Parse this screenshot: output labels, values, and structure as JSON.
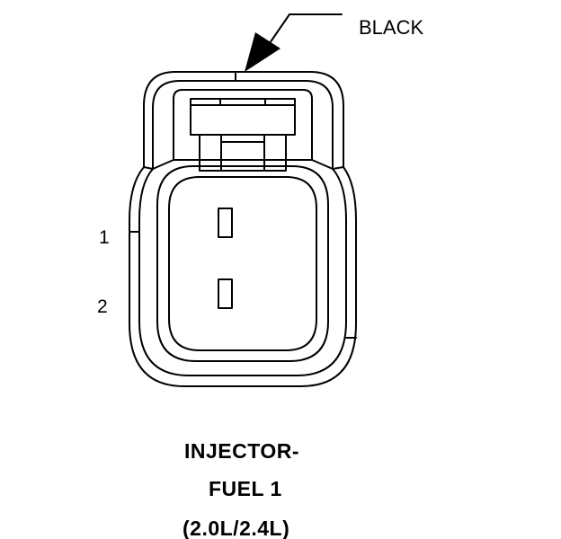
{
  "callout": {
    "color_label": "BLACK"
  },
  "pins": {
    "pin1": "1",
    "pin2": "2"
  },
  "caption": {
    "line1": "INJECTOR-",
    "line2": "FUEL 1",
    "line3": "(2.0L/2.4L)"
  }
}
